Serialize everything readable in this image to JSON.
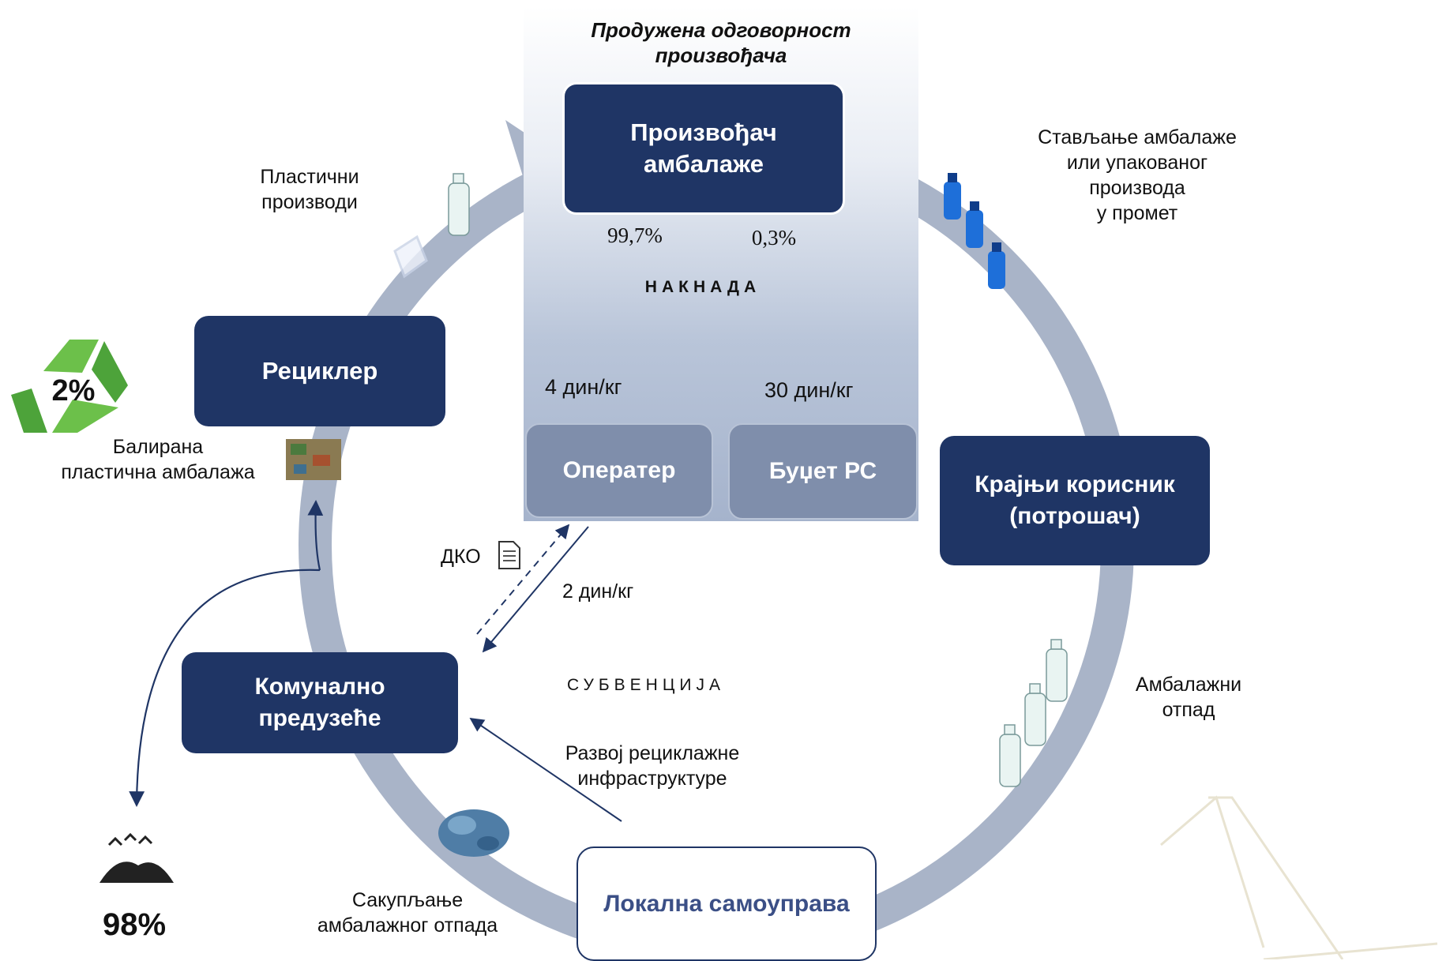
{
  "epr_title": "Продужена одговорност\nпроизвођача",
  "nodes": {
    "producer": "Произвођач\nамбалаже",
    "operator": "Оператер",
    "budget": "Буџет РС",
    "end_user": "Крајњи корисник\n(потрошач)",
    "local_gov": "Локална самоуправа",
    "utility": "Комунално\nпредузеће",
    "recycler": "Рециклер"
  },
  "labels": {
    "placing_on_market": "Стављање амбалаже\nили упакованог\nпроизвода\nу промет",
    "packaging_waste": "Амбалажни\nотпад",
    "collection": "Сакупљање\nамбалажног отпада",
    "infrastructure": "Развој рециклажне\nинфраструктуре",
    "subsidy": "СУБВЕНЦИЈА",
    "fee": "НАКНАДА",
    "share_operator": "99,7%",
    "share_budget": "0,3%",
    "rate_operator": "4 дин/кг",
    "rate_budget": "30 дин/кг",
    "rate_utility": "2 дин/кг",
    "dko": "ДКО",
    "plastic_products": "Пластични\nпроизводи",
    "baled_plastic": "Балирана\nпластична амбалажа",
    "recycled_pct": "2%",
    "landfill_pct": "98%"
  },
  "colors": {
    "navy": "#1f3565",
    "ring": "#a9b4c8",
    "recycle_green": "#6cc04a",
    "bottle_blue": "#1e6fd9"
  },
  "icons": [
    "recycle-icon",
    "landfill-icon",
    "document-icon",
    "bottle-icon"
  ]
}
